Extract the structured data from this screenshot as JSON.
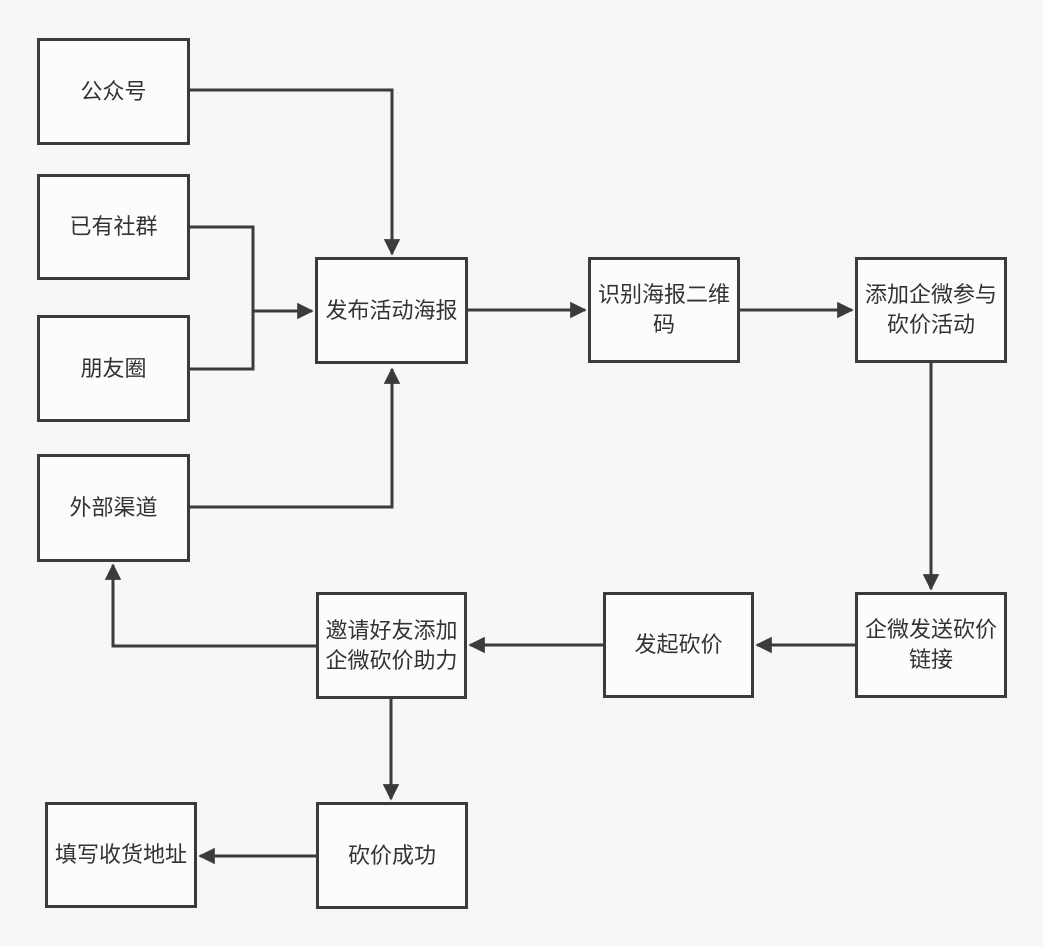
{
  "diagram": {
    "type": "flowchart",
    "language": "zh-CN",
    "colors": {
      "background": "#f7f7f7",
      "node_fill": "#fcfcfc",
      "stroke": "#3b3b3b",
      "text": "#333333"
    },
    "nodes": [
      {
        "id": "official-account",
        "label": "公众号"
      },
      {
        "id": "existing-community",
        "label": "已有社群"
      },
      {
        "id": "moments",
        "label": "朋友圈"
      },
      {
        "id": "external-channel",
        "label": "外部渠道"
      },
      {
        "id": "publish-poster",
        "label": "发布活动海报"
      },
      {
        "id": "scan-poster-qrcode",
        "label": "识别海报二维码"
      },
      {
        "id": "add-wecom-join-bargain",
        "label": "添加企微参与砍价活动"
      },
      {
        "id": "wecom-send-bargain-link",
        "label": "企微发送砍价链接"
      },
      {
        "id": "start-bargain",
        "label": "发起砍价"
      },
      {
        "id": "invite-friends-assist",
        "label": "邀请好友添加企微砍价助力"
      },
      {
        "id": "bargain-success",
        "label": "砍价成功"
      },
      {
        "id": "fill-shipping-address",
        "label": "填写收货地址"
      }
    ],
    "edges": [
      {
        "from": "official-account",
        "to": "publish-poster"
      },
      {
        "from": "existing-community",
        "to": "publish-poster"
      },
      {
        "from": "moments",
        "to": "publish-poster"
      },
      {
        "from": "external-channel",
        "to": "publish-poster"
      },
      {
        "from": "publish-poster",
        "to": "scan-poster-qrcode"
      },
      {
        "from": "scan-poster-qrcode",
        "to": "add-wecom-join-bargain"
      },
      {
        "from": "add-wecom-join-bargain",
        "to": "wecom-send-bargain-link"
      },
      {
        "from": "wecom-send-bargain-link",
        "to": "start-bargain"
      },
      {
        "from": "start-bargain",
        "to": "invite-friends-assist"
      },
      {
        "from": "invite-friends-assist",
        "to": "external-channel"
      },
      {
        "from": "invite-friends-assist",
        "to": "bargain-success"
      },
      {
        "from": "bargain-success",
        "to": "fill-shipping-address"
      }
    ]
  }
}
